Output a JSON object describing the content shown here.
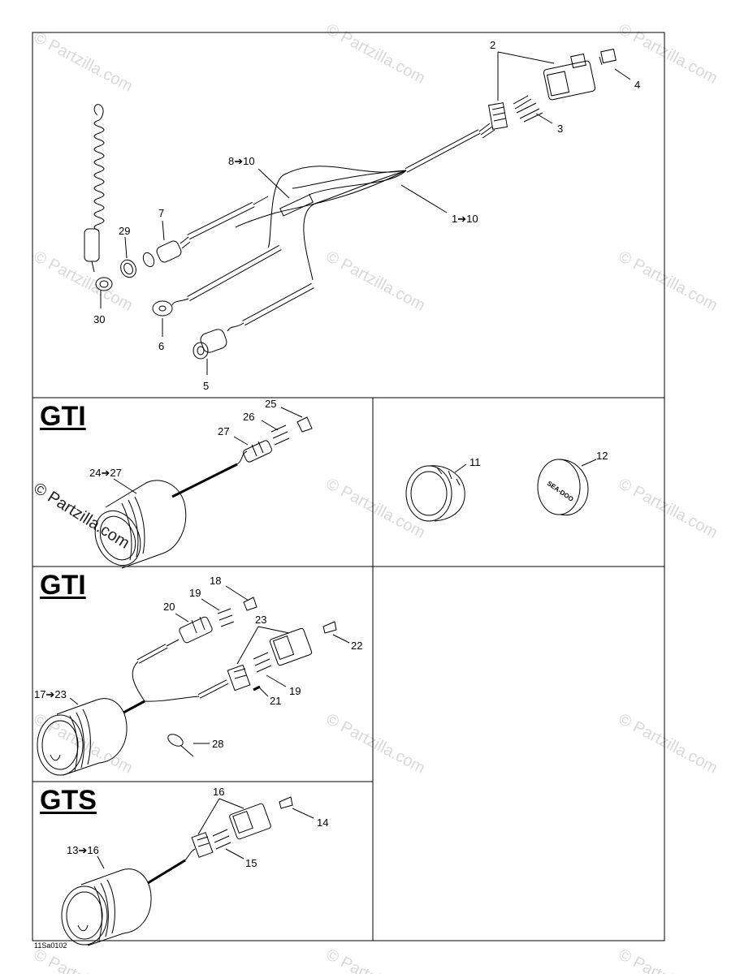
{
  "sections": {
    "gti_1": "GTI",
    "gti_2": "GTI",
    "gts": "GTS"
  },
  "callouts": {
    "c2": "2",
    "c3": "3",
    "c4": "4",
    "c8_10": "8➔10",
    "c1_10": "1➔10",
    "c7": "7",
    "c29": "29",
    "c30": "30",
    "c6": "6",
    "c5": "5",
    "c25": "25",
    "c26": "26",
    "c27": "27",
    "c24_27": "24➔27",
    "c11": "11",
    "c12": "12",
    "c18": "18",
    "c19a": "19",
    "c20": "20",
    "c23": "23",
    "c22": "22",
    "c19b": "19",
    "c21": "21",
    "c17_23": "17➔23",
    "c28": "28",
    "c16": "16",
    "c14": "14",
    "c13_16": "13➔16",
    "c15": "15"
  },
  "cap_logo_text": "SEA-DOO",
  "watermark": "© Partzilla.com",
  "diagram_code": "11Sa0102"
}
